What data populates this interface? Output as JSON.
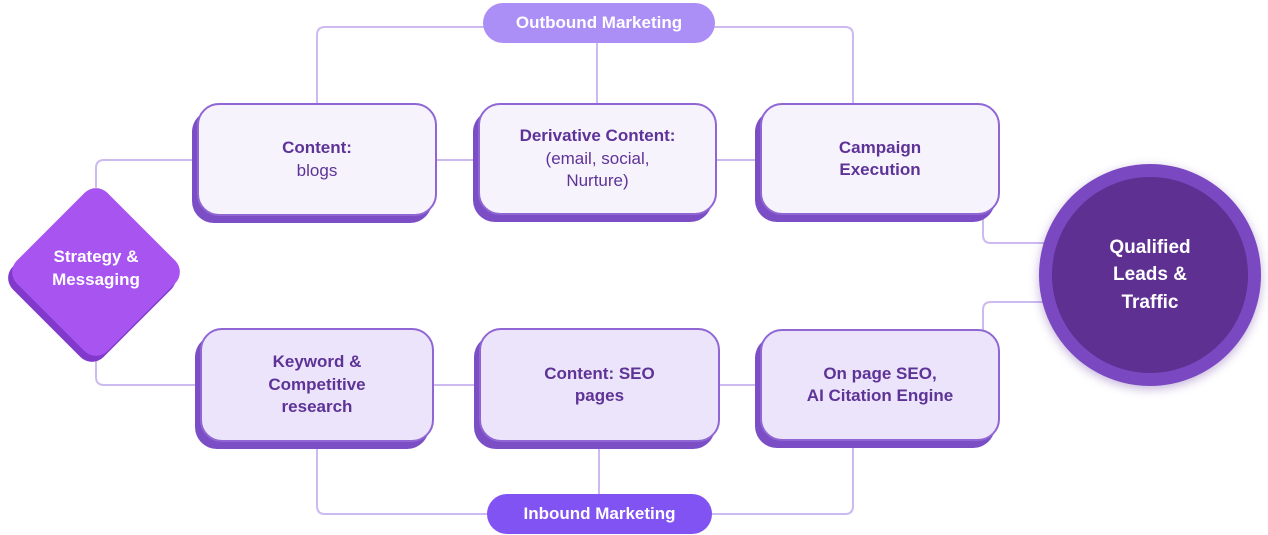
{
  "diagram": {
    "palette": {
      "connector": "#ccbaf1",
      "box_fill_top_row": "#f7f3fd",
      "box_fill_bottom_row": "#ece4fa",
      "box_border": "#8f66d4",
      "box_shadow": "#7b4ec5",
      "box_text": "#5e3397",
      "pill_outbound_bg": "#ab8ef6",
      "pill_inbound_bg": "#8153f2",
      "diamond_fill": "#a854f0",
      "diamond_shadow": "#8139cb",
      "circle_ring": "#7a48c0",
      "circle_fill": "#5d3092",
      "light_text": "#ffffff"
    },
    "nodes": {
      "outbound": {
        "label": "Outbound Marketing"
      },
      "inbound": {
        "label": "Inbound Marketing"
      },
      "strategy_messaging": {
        "label": "Strategy &\nMessaging"
      },
      "content_blogs": {
        "title": "Content:",
        "subtitle": "blogs"
      },
      "derivative_content": {
        "title": "Derivative Content:",
        "subtitle": "(email, social,\nNurture)"
      },
      "campaign_execution": {
        "title": "Campaign\nExecution"
      },
      "keyword_research": {
        "title": "Keyword &\nCompetitive\nresearch"
      },
      "content_seo_pages": {
        "title": "Content: SEO\npages"
      },
      "onpage_seo": {
        "title": "On page SEO,\nAI Citation Engine"
      },
      "qualified_leads": {
        "label": "Qualified\nLeads &\nTraffic"
      }
    },
    "edges": [
      {
        "from": "strategy_messaging",
        "to": "content_blogs"
      },
      {
        "from": "strategy_messaging",
        "to": "keyword_research"
      },
      {
        "from": "content_blogs",
        "to": "derivative_content"
      },
      {
        "from": "derivative_content",
        "to": "campaign_execution"
      },
      {
        "from": "keyword_research",
        "to": "content_seo_pages"
      },
      {
        "from": "content_seo_pages",
        "to": "onpage_seo"
      },
      {
        "from": "campaign_execution",
        "to": "qualified_leads"
      },
      {
        "from": "onpage_seo",
        "to": "qualified_leads"
      },
      {
        "from": "outbound",
        "to": "content_blogs"
      },
      {
        "from": "outbound",
        "to": "derivative_content"
      },
      {
        "from": "outbound",
        "to": "campaign_execution"
      },
      {
        "from": "inbound",
        "to": "keyword_research"
      },
      {
        "from": "inbound",
        "to": "content_seo_pages"
      },
      {
        "from": "inbound",
        "to": "onpage_seo"
      }
    ]
  }
}
